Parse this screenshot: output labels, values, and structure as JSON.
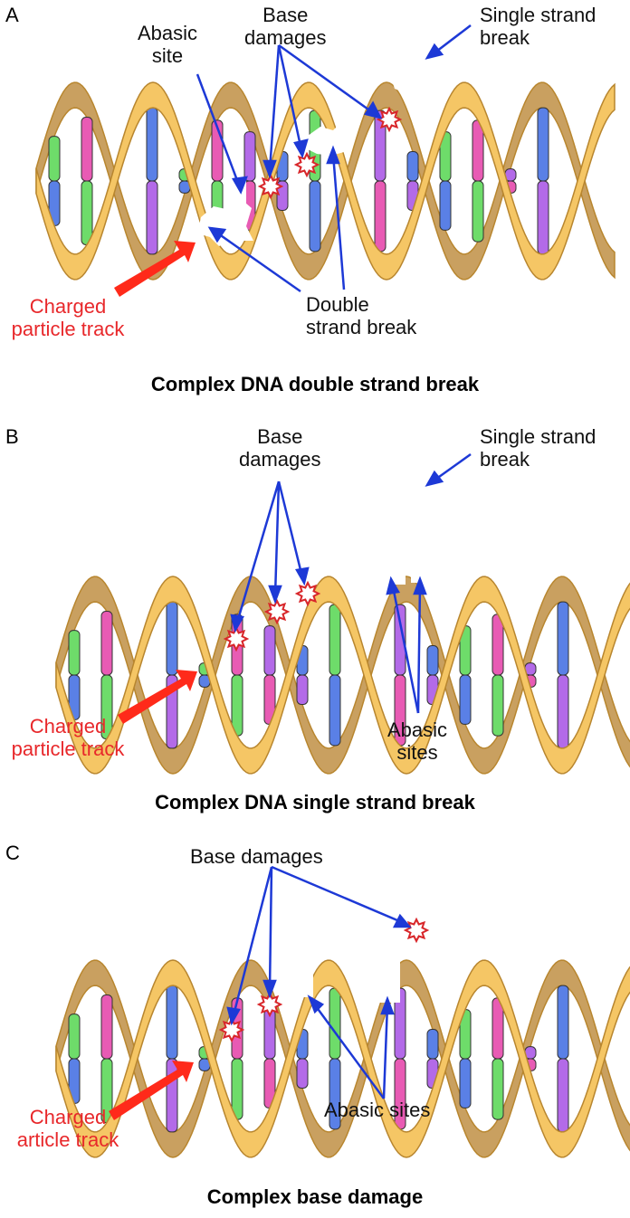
{
  "colors": {
    "ribbon": "#f5c665",
    "ribbon_edge": "#b8862f",
    "ribbon_back": "#c9a060",
    "base_green": "#6edc6a",
    "base_pink": "#e85bb4",
    "base_blue": "#5a80e6",
    "base_purple": "#b36ae8",
    "arrow_blue": "#1d39d6",
    "label_red": "#e8282b",
    "track_red": "#ff2a1a",
    "star_red": "#d8262a"
  },
  "panels": [
    {
      "letter": "A",
      "caption": "Complex DNA double strand break",
      "labels": {
        "abasic": [
          "Abasic",
          "site"
        ],
        "base_damages": [
          "Base",
          "damages"
        ],
        "ssb": [
          "Single strand",
          "break"
        ],
        "dsb": [
          "Double",
          "strand break"
        ],
        "track": [
          "Charged",
          "particle track"
        ]
      }
    },
    {
      "letter": "B",
      "caption": "Complex DNA single strand break",
      "labels": {
        "base_damages": [
          "Base",
          "damages"
        ],
        "ssb": [
          "Single strand",
          "break"
        ],
        "abasic": [
          "Abasic",
          "sites"
        ],
        "track": [
          "Charged",
          "particle track"
        ]
      }
    },
    {
      "letter": "C",
      "caption": "Complex base damage",
      "labels": {
        "base_damages": "Base damages",
        "abasic": "Abasic sites",
        "track": [
          "Charged",
          "article track"
        ]
      }
    }
  ]
}
